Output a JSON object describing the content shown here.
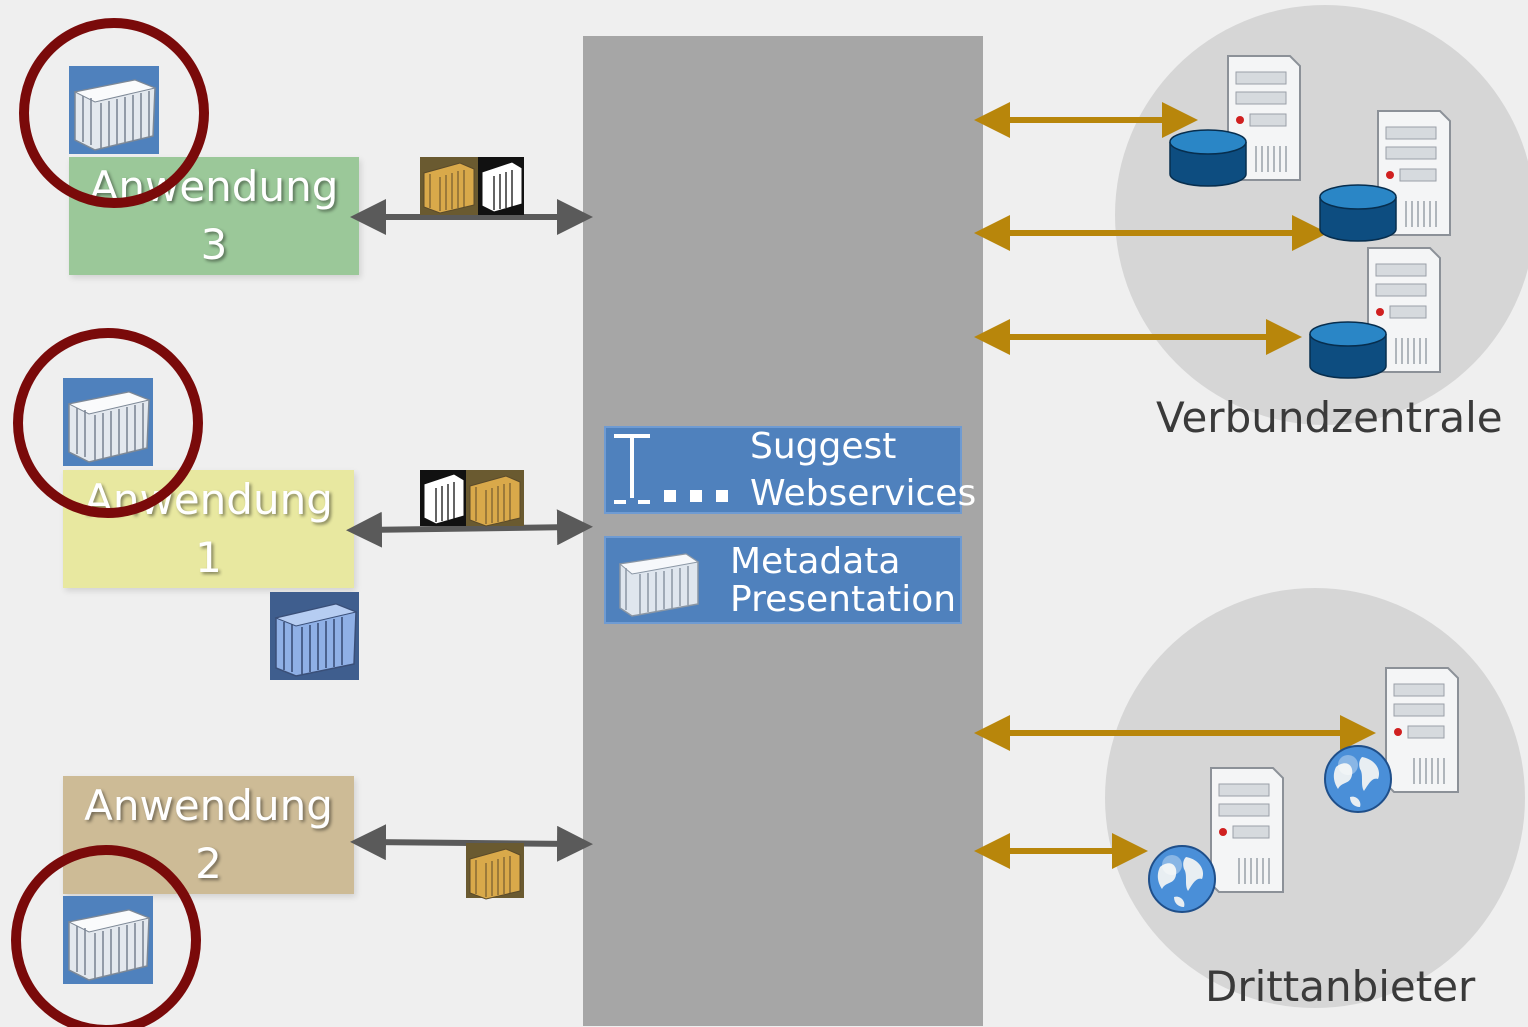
{
  "diagram": {
    "applications": [
      {
        "id": "app3",
        "line1": "Anwendung",
        "line2": "3",
        "color": "#9bc899"
      },
      {
        "id": "app1",
        "line1": "Anwendung",
        "line2": "1",
        "color": "#e8e8a0"
      },
      {
        "id": "app2",
        "line1": "Anwendung",
        "line2": "2",
        "color": "#cdbb96"
      }
    ],
    "services": {
      "suggest_line1": "Suggest",
      "suggest_line2": "Webservices",
      "metadata_line1": "Metadata",
      "metadata_line2": "Presentation"
    },
    "groups": {
      "verbund": "Verbundzentrale",
      "dritt": "Drittanbieter"
    },
    "colors": {
      "background": "#efefef",
      "center_panel": "#a6a6a6",
      "service_box": "#4f81bd",
      "app_arrow": "#5a5a5a",
      "server_arrow": "#b8860b",
      "highlight_circle": "#7a0a0a",
      "container_gold": "#d9a94a",
      "container_black": "#111111",
      "container_blue": "#4f81bd"
    },
    "icons": {
      "container": "shipping-container-icon",
      "server": "server-tower-icon",
      "database": "database-cylinder-icon",
      "globe": "globe-icon",
      "cursor": "text-cursor-icon"
    }
  }
}
